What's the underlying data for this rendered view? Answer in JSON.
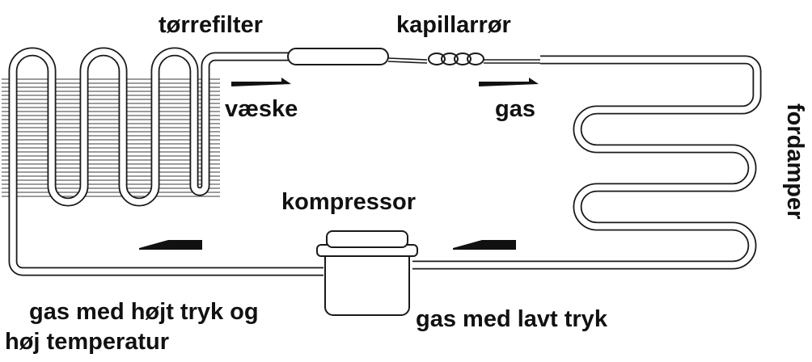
{
  "labels": {
    "filter": "tørrefilter",
    "capillary": "kapillarrør",
    "liquid": "væske",
    "gas_top": "gas",
    "evaporator": "fordamper",
    "compressor": "kompressor",
    "high_pressure_line1": "gas med højt tryk og",
    "high_pressure_line2": "høj temperatur",
    "low_pressure": "gas med lavt tryk"
  },
  "colors": {
    "line": "#1a1a1a",
    "text": "#111111",
    "background": "#ffffff"
  },
  "icons": {
    "flow_arrows": [
      "arrow-right-icon",
      "arrow-right-icon",
      "arrow-left-icon",
      "arrow-left-icon"
    ]
  }
}
